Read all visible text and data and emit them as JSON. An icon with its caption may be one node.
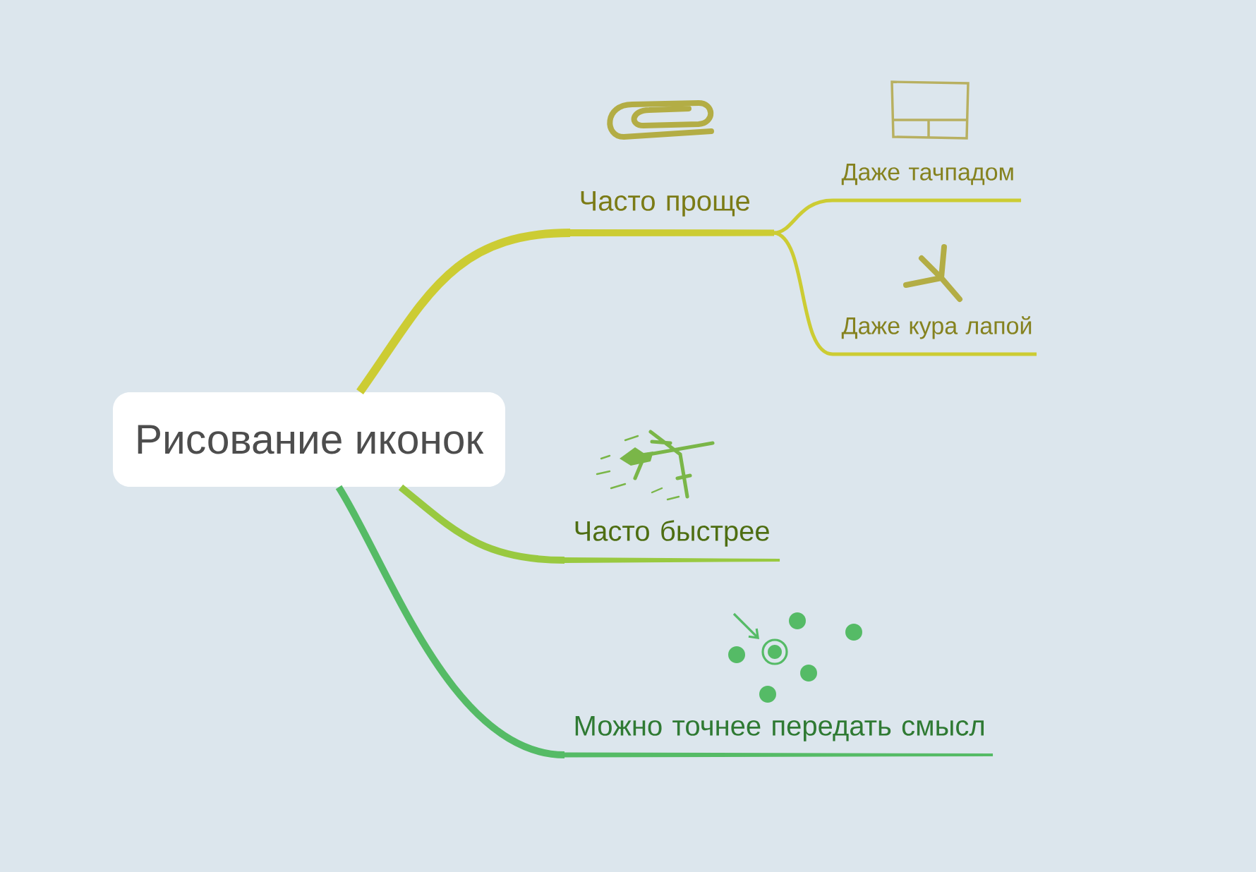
{
  "diagram": {
    "nodes": [
      {
        "text": [
          "Рисование иконок"
        ]
      },
      {
        "text": [
          "Часто проще"
        ]
      },
      {
        "text": [
          "Даже тачпадом"
        ]
      },
      {
        "text": [
          "Даже кура лапой"
        ]
      },
      {
        "text": [
          "Часто быстрее"
        ]
      },
      {
        "text": [
          "Можно точнее передать смысл"
        ]
      }
    ],
    "edges": [
      {
        "from": 0,
        "to": 1,
        "arrow": "none"
      },
      {
        "from": 1,
        "to": 2,
        "arrow": "none"
      },
      {
        "from": 1,
        "to": 3,
        "arrow": "none"
      },
      {
        "from": 0,
        "to": 4,
        "arrow": "none",
        "color": "#99c940"
      },
      {
        "from": 0,
        "to": 5,
        "arrow": "none",
        "color": "#55bb66"
      }
    ]
  }
}
